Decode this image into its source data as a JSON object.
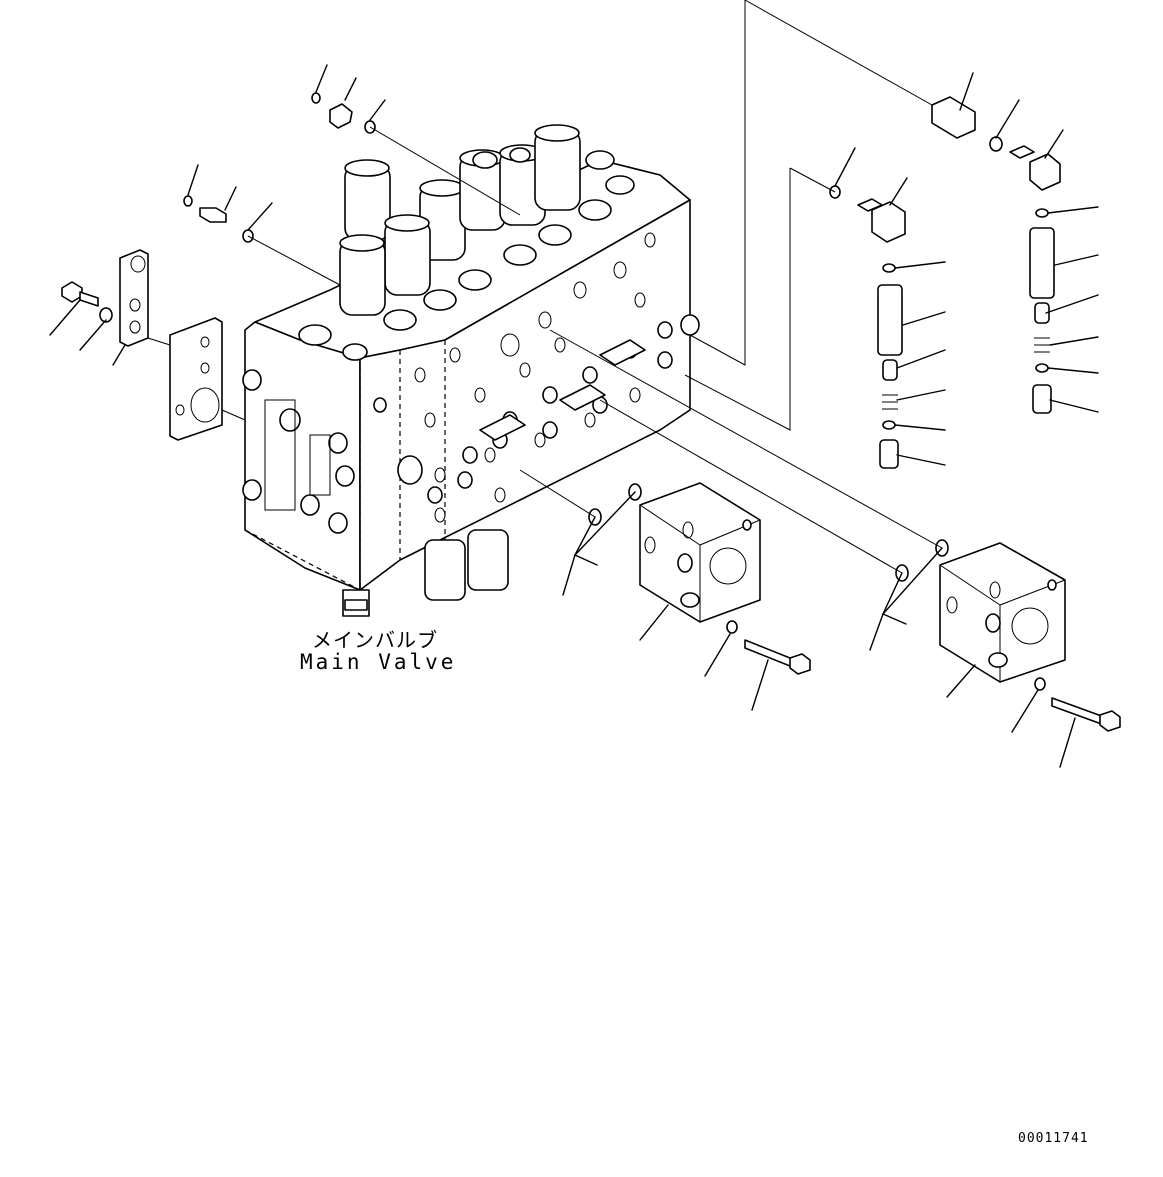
{
  "diagram": {
    "caption_japanese": "メインバルブ",
    "caption_english": "Main Valve",
    "drawing_number": "00011741"
  }
}
